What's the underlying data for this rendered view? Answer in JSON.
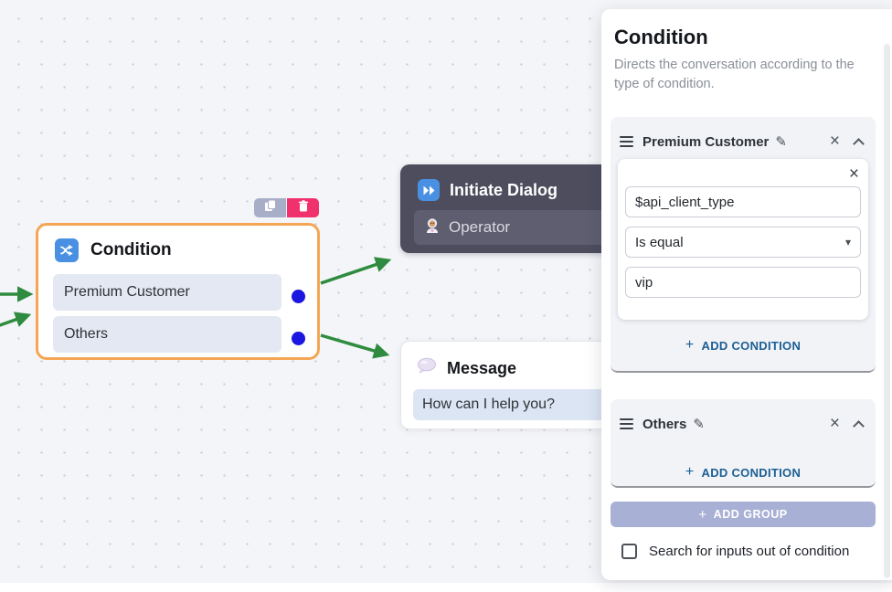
{
  "canvas": {
    "condition_node": {
      "title": "Condition",
      "branches": [
        "Premium Customer",
        "Others"
      ]
    },
    "initiate_dialog_node": {
      "title": "Initiate Dialog",
      "item": "Operator"
    },
    "message_node": {
      "title": "Message",
      "item": "How can I help you?"
    }
  },
  "panel": {
    "title": "Condition",
    "description": "Directs the conversation according to the type of condition.",
    "groups": [
      {
        "name": "Premium Customer",
        "condition": {
          "variable": "$api_client_type",
          "operator": "Is equal",
          "value": "vip"
        },
        "add_condition": "ADD CONDITION"
      },
      {
        "name": "Others",
        "add_condition": "ADD CONDITION"
      }
    ],
    "add_group": "ADD GROUP",
    "search_label": "Search for inputs out of condition",
    "search_checked": false
  },
  "icons": {
    "condition": "shuffle-arrows",
    "initiate_dialog": "fast-forward",
    "message": "speech-balloon",
    "operator": "astronaut",
    "copy": "duplicate-pages",
    "delete": "trash-can",
    "drag_handle": "hamburger-lines",
    "edit": "✎",
    "close": "×",
    "caret_down": "▾",
    "plus": "+"
  },
  "colors": {
    "selection_orange": "#F5A654",
    "arrow_green": "#2E8B3F",
    "port_blue": "#1B17E0",
    "delete_pink": "#F1306E",
    "copy_gray": "#A8AEC8",
    "node_icon_blue": "#4A90E2",
    "dark_node_bg": "#4D4D5E",
    "link_blue": "#1C5F94",
    "add_group_bg": "#A9B0D5",
    "canvas_bg": "#F4F5F8"
  }
}
